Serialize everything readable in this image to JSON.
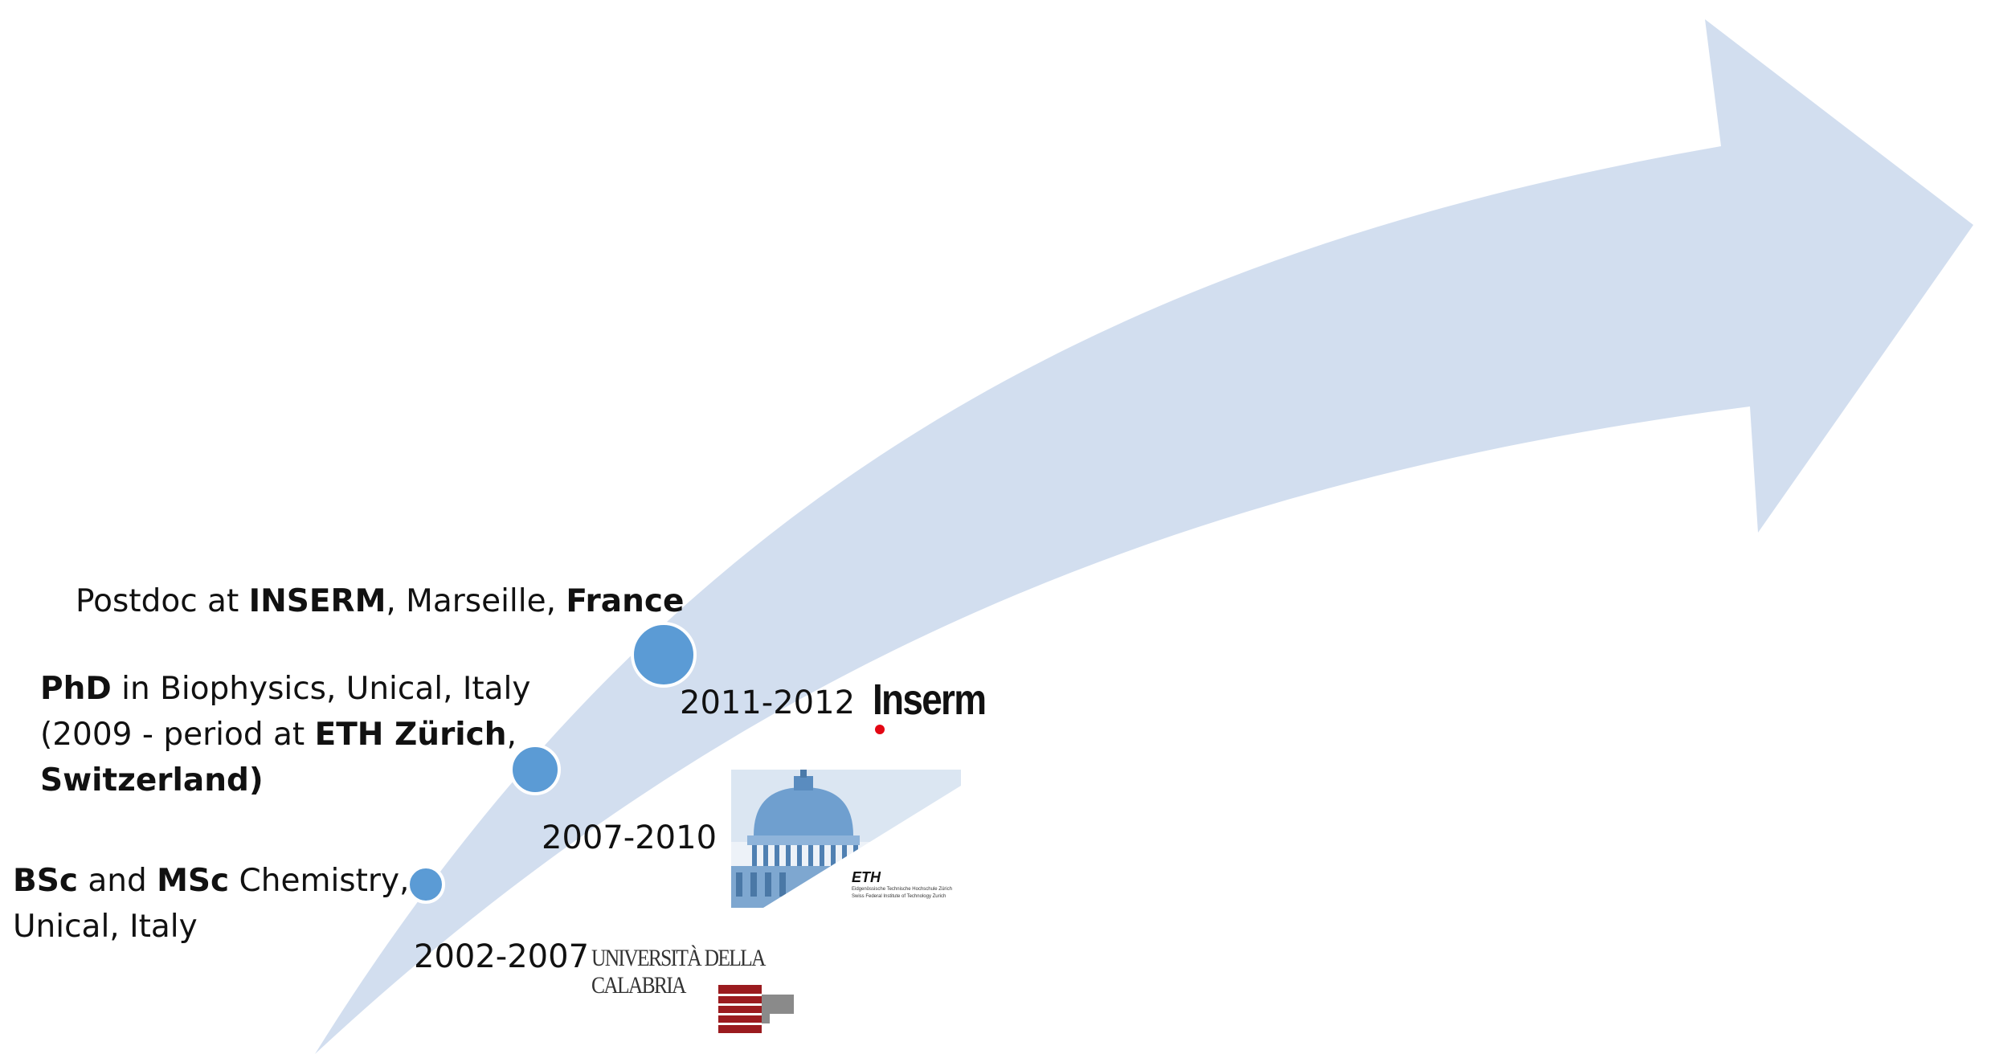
{
  "milestones": [
    {
      "years": "2002-2007",
      "line1": {
        "b1": "BSc",
        "t1": " and ",
        "b2": "MSc",
        "t2": " Chemistry,"
      },
      "line2": "Unical, Italy",
      "logo": "UNIVERSITÀ DELLA CALABRIA"
    },
    {
      "years": "2007-2010",
      "line1": {
        "b1": "PhD",
        "t1": " in Biophysics, Unical, Italy"
      },
      "line2": {
        "t1": "(2009 -  period at ",
        "b1": "ETH Zürich",
        "t2": ","
      },
      "line3": "Switzerland)",
      "logo": "ETH",
      "logo_sub1": "Eidgenössische Technische Hochschule Zürich",
      "logo_sub2": "Swiss Federal Institute of Technology Zurich"
    },
    {
      "years": "2011-2012",
      "line1": {
        "t1": "Postdoc at ",
        "b1": "INSERM",
        "t2": ", Marseille, ",
        "b2": "France"
      },
      "logo": "Inserm"
    }
  ],
  "colors": {
    "arrow": "#d2deef",
    "dot": "#5b9bd5",
    "dot_border": "#ffffff",
    "inserm_red": "#e30613",
    "unical_red": "#9b1b1f"
  }
}
